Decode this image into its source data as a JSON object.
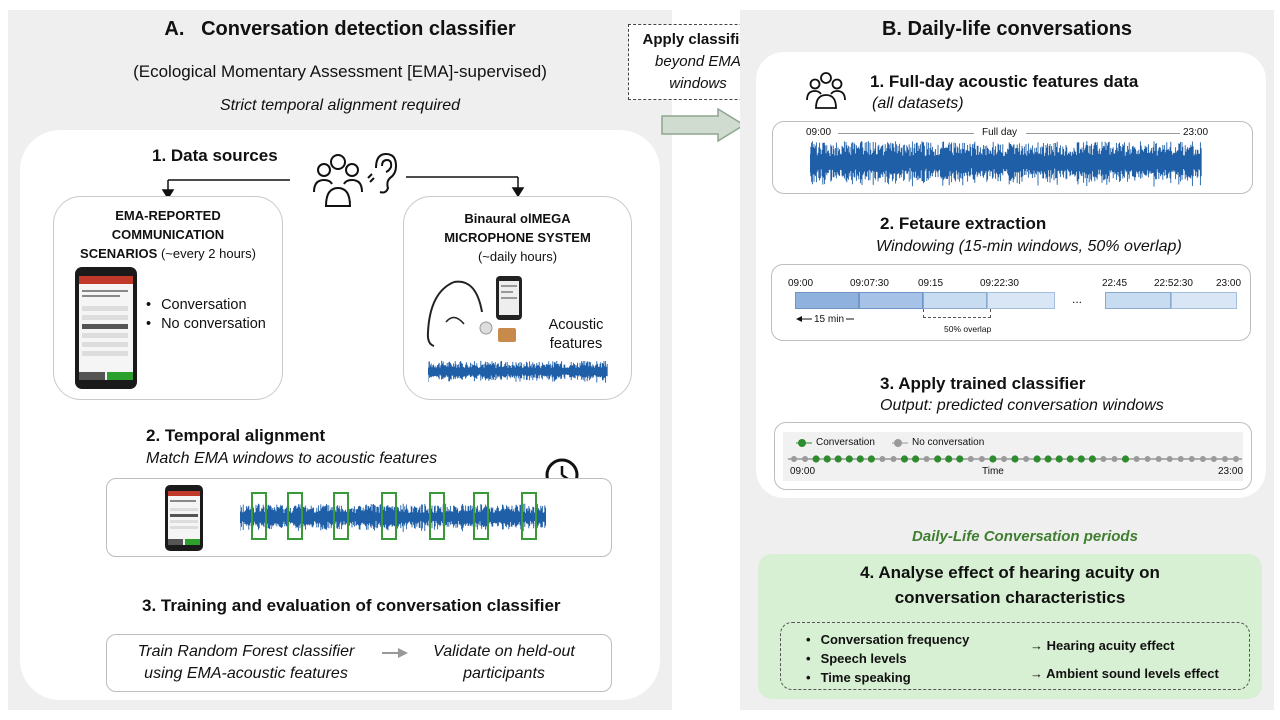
{
  "section_a": {
    "title_prefix": "A.",
    "title": "Conversation detection classifier",
    "subtitle": "(Ecological Momentary Assessment [EMA]-supervised)",
    "note": "Strict temporal alignment required",
    "step1": {
      "heading": "1. Data sources",
      "ema_card": {
        "title_line1": "EMA-REPORTED",
        "title_line2": "COMMUNICATION",
        "title_line3": "SCENARIOS",
        "frequency": " (~every 2 hours)",
        "options": [
          "Conversation",
          "No conversation"
        ]
      },
      "mic_card": {
        "title_line1": "Binaural olMEGA",
        "title_line2": "MICROPHONE SYSTEM",
        "frequency": "(~daily hours)",
        "features_label_1": "Acoustic",
        "features_label_2": "features"
      }
    },
    "step2": {
      "heading": "2. Temporal alignment",
      "subheading": "Match EMA windows to acoustic features"
    },
    "step3": {
      "heading": "3. Training and evaluation of conversation classifier",
      "train_line1": "Train Random Forest classifier",
      "train_line2": "using EMA-acoustic features",
      "validate_line1": "Validate on held-out",
      "validate_line2": "participants"
    }
  },
  "bridge": {
    "line1": "Apply classifier",
    "line2": "beyond EMA",
    "line3": "windows"
  },
  "section_b": {
    "title_prefix": "B.",
    "title": "Daily-life conversations",
    "step1": {
      "heading": "1. Full-day acoustic features data",
      "subheading": "(all datasets)",
      "start_time": "09:00",
      "mid_label": "Full day",
      "end_time": "23:00"
    },
    "step2": {
      "heading": "2. Fetaure extraction",
      "subheading": "Windowing (15-min windows, 50% overlap)",
      "ticks": [
        "09:00",
        "09:07:30",
        "09:15",
        "09:22:30",
        "22:45",
        "22:52:30",
        "23:00"
      ],
      "ellipsis": "...",
      "window_label": "15 min",
      "overlap_label": "50% overlap"
    },
    "step3": {
      "heading": "3. Apply trained classifier",
      "subheading": "Output: predicted conversation windows",
      "legend_conv": "Conversation",
      "legend_noconv": "No conversation",
      "start_time": "09:00",
      "axis_label": "Time",
      "end_time": "23:00",
      "colors": {
        "conversation": "#2e8b2e",
        "no_conversation": "#9a9a9a"
      }
    },
    "periods_label": "Daily-Life Conversation periods",
    "step4": {
      "heading_line1": "4. Analyse effect of hearing acuity on",
      "heading_line2": "conversation characteristics",
      "characteristics": [
        "Conversation frequency",
        "Speech levels",
        "Time speaking"
      ],
      "effects": [
        "→ Hearing acuity effect",
        "→ Ambient sound levels effect"
      ]
    }
  },
  "colors": {
    "wave": "#1f5fa8",
    "green_box": "#3a9a3a",
    "panel_bg": "#efefef",
    "step4_bg": "#d7efd2",
    "periods_text": "#3f7f2f"
  }
}
